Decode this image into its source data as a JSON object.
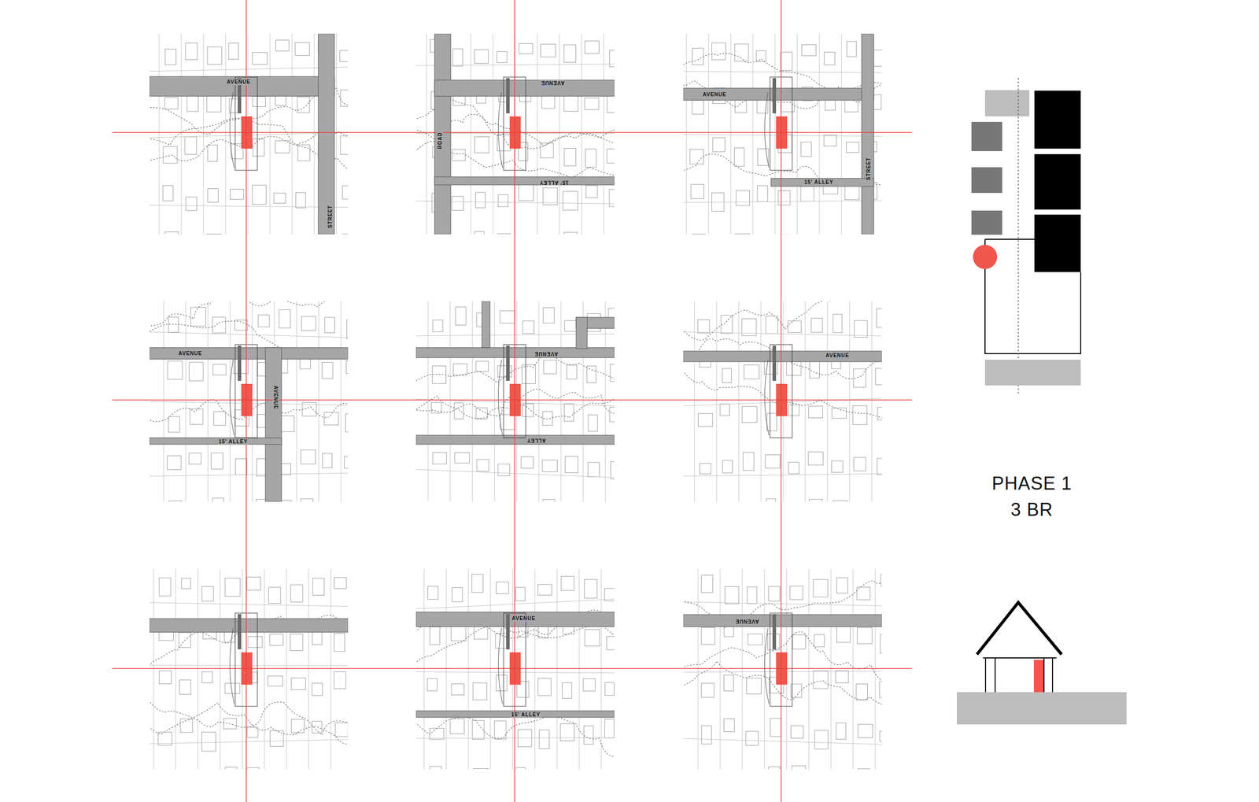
{
  "diagram": {
    "labels": [
      "AVENUE",
      "STREET",
      "AVENUE",
      "ROAD",
      "15' ALLEY",
      "AVENUE",
      "STREET",
      "15' ALLEY",
      "AVENUE",
      "AVENUE",
      "15' ALLEY",
      "AVENUE",
      "ALLEY",
      "AVENUE",
      "AVENUE",
      "15' ALLEY",
      "AVENUE",
      "PHASE 1",
      "3 BR"
    ]
  }
}
